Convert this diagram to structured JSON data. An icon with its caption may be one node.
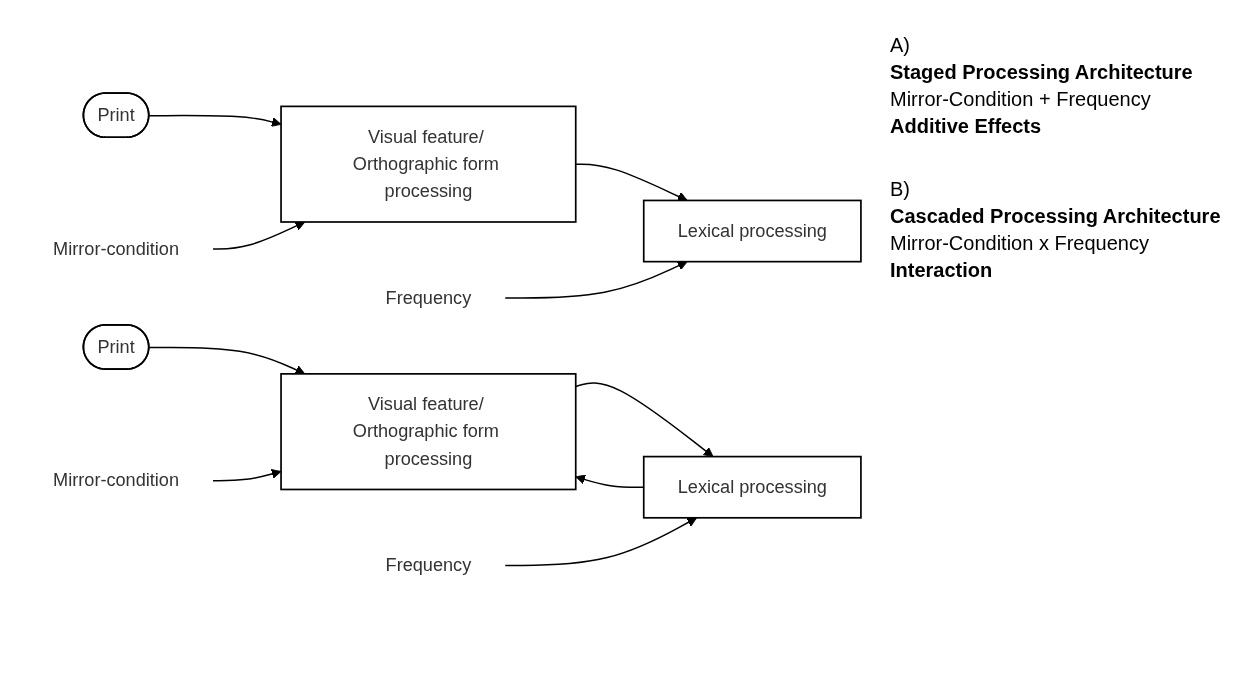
{
  "diagram": {
    "nodes": [
      {
        "text": [
          "Print"
        ]
      },
      {
        "text": [
          "Mirror-condition"
        ]
      },
      {
        "text": [
          "Visual feature/ Orthographic form processing"
        ]
      },
      {
        "text": [
          "Frequency"
        ]
      },
      {
        "text": [
          "Lexical processing"
        ]
      },
      {
        "text": [
          "Print"
        ]
      },
      {
        "text": [
          "Mirror-condition"
        ]
      },
      {
        "text": [
          "Visual feature/ Orthographic form processing"
        ]
      },
      {
        "text": [
          "Frequency"
        ]
      },
      {
        "text": [
          "Lexical processing"
        ]
      }
    ],
    "edges": [
      {
        "from": 0,
        "to": 2,
        "arrow": "to"
      },
      {
        "from": 1,
        "to": 2,
        "arrow": "to"
      },
      {
        "from": 2,
        "to": 4,
        "arrow": "to"
      },
      {
        "from": 3,
        "to": 4,
        "arrow": "to"
      },
      {
        "from": 5,
        "to": 7,
        "arrow": "to"
      },
      {
        "from": 6,
        "to": 7,
        "arrow": "to"
      },
      {
        "from": 7,
        "to": 9,
        "arrow": "to"
      },
      {
        "from": 9,
        "to": 7,
        "arrow": "to"
      },
      {
        "from": 8,
        "to": 9,
        "arrow": "to"
      }
    ],
    "labels": [
      "A)",
      "Staged Processing Architecture",
      "Mirror-Condition + Frequency",
      "Additive Effects",
      "B)",
      "Cascaded Processing Architecture",
      "Mirror-Condition x Frequency",
      "Interaction"
    ]
  }
}
